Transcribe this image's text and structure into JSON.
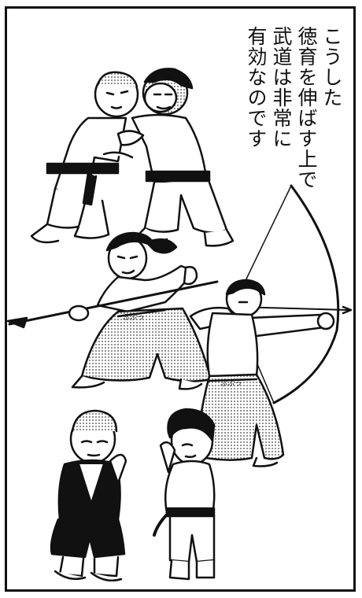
{
  "caption": {
    "lines": [
      "こうした",
      "徳育を伸ばす上で",
      "武道は非常に",
      "有効なのです"
    ]
  },
  "hakama_crest": "ぶぶっ",
  "colors": {
    "ink": "#111111",
    "paper": "#ffffff",
    "screentone": "#9a9a9a"
  }
}
